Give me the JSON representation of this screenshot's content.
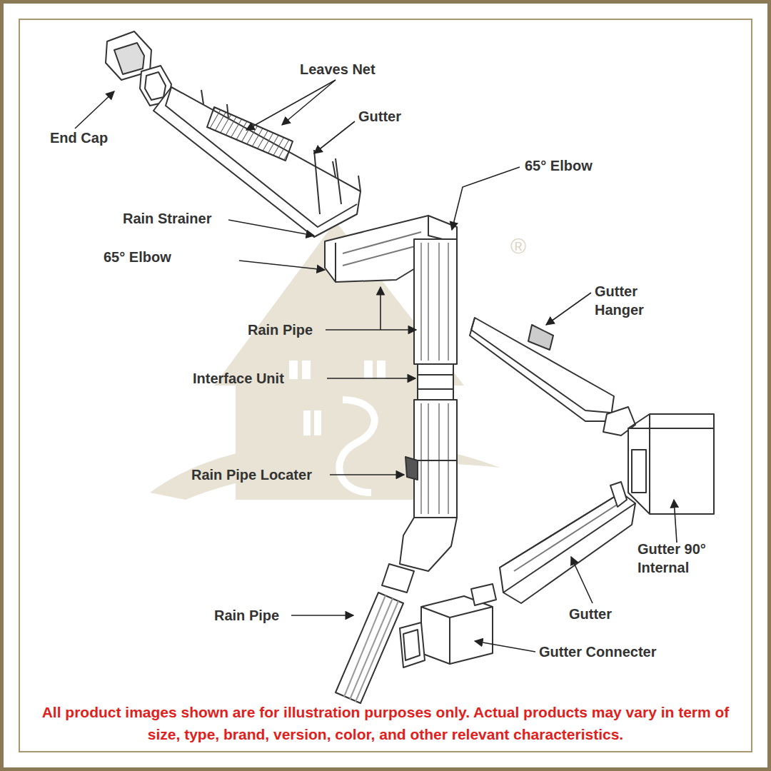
{
  "diagram": {
    "labels": [
      "Leaves Net",
      "End Cap",
      "Gutter",
      "65° Elbow",
      "Rain Strainer",
      "65° Elbow",
      "Gutter Hanger",
      "Rain Pipe",
      "Interface Unit",
      "Rain Pipe Locater",
      "Gutter 90° Internal",
      "Gutter",
      "Rain Pipe",
      "Gutter Connecter",
      "®",
      "All product images shown are for illustration purposes only. Actual products may vary in term of size, type, brand, version, color, and other relevant characteristics."
    ]
  }
}
